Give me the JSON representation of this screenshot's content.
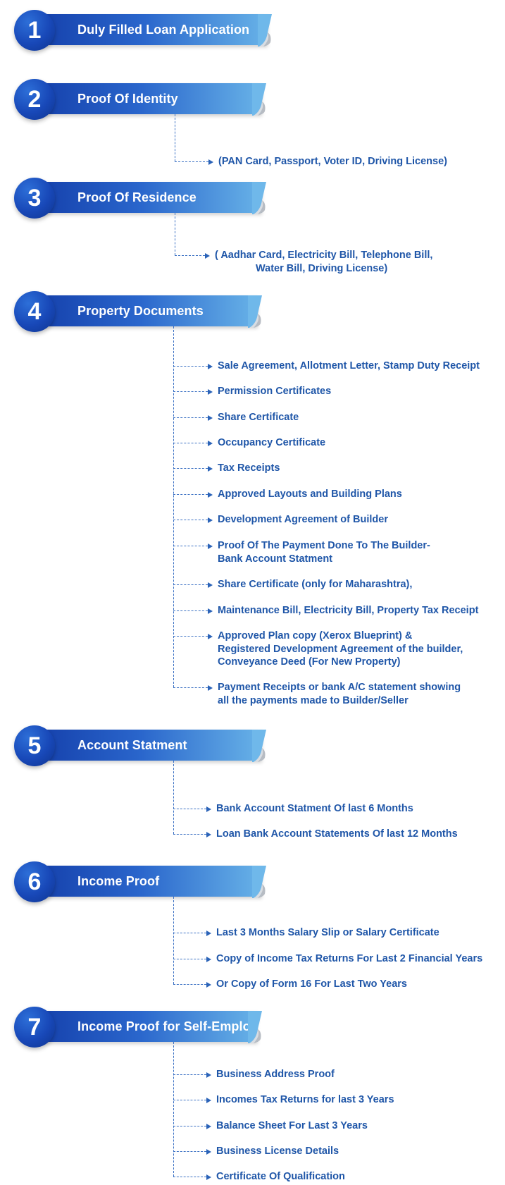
{
  "sections": [
    {
      "number": "1",
      "title": "Duly Filled Loan Application",
      "items": []
    },
    {
      "number": "2",
      "title": "Proof Of Identity",
      "items": [
        {
          "lines": [
            "(PAN Card, Passport, Voter ID, Driving License)"
          ]
        }
      ]
    },
    {
      "number": "3",
      "title": "Proof Of Residence",
      "items": [
        {
          "lines": [
            "( Aadhar Card, Electricity Bill, Telephone Bill,",
            "Water Bill, Driving License)"
          ]
        }
      ]
    },
    {
      "number": "4",
      "title": "Property Documents",
      "items": [
        {
          "lines": [
            "Sale Agreement, Allotment Letter, Stamp Duty Receipt"
          ]
        },
        {
          "lines": [
            "Permission Certificates"
          ]
        },
        {
          "lines": [
            "Share Certificate"
          ]
        },
        {
          "lines": [
            "Occupancy Certificate"
          ]
        },
        {
          "lines": [
            "Tax Receipts"
          ]
        },
        {
          "lines": [
            "Approved Layouts and Building Plans"
          ]
        },
        {
          "lines": [
            "Development Agreement of Builder"
          ]
        },
        {
          "lines": [
            "Proof Of The Payment Done To The Builder-",
            "Bank Account Statment"
          ]
        },
        {
          "lines": [
            "Share Certificate (only for Maharashtra),"
          ]
        },
        {
          "lines": [
            "Maintenance Bill, Electricity Bill, Property Tax Receipt"
          ]
        },
        {
          "lines": [
            "Approved Plan copy (Xerox Blueprint) &",
            "Registered Development Agreement of the builder,",
            "Conveyance Deed (For New Property)"
          ]
        },
        {
          "lines": [
            "Payment Receipts or bank A/C statement showing",
            "all the payments made to Builder/Seller"
          ]
        }
      ]
    },
    {
      "number": "5",
      "title": "Account Statment",
      "items": [
        {
          "lines": [
            "Bank Account Statment Of last 6 Months"
          ]
        },
        {
          "lines": [
            "Loan Bank Account Statements Of last 12 Months"
          ]
        }
      ]
    },
    {
      "number": "6",
      "title": "Income Proof",
      "items": [
        {
          "lines": [
            "Last 3 Months Salary Slip or Salary Certificate"
          ]
        },
        {
          "lines": [
            "Copy of Income Tax Returns For Last 2 Financial Years"
          ]
        },
        {
          "lines": [
            "Or Copy of Form 16 For Last Two Years"
          ]
        }
      ]
    },
    {
      "number": "7",
      "title": "Income Proof for Self-Employed",
      "items": [
        {
          "lines": [
            "Business Address Proof"
          ]
        },
        {
          "lines": [
            "Incomes Tax Returns for last 3 Years"
          ]
        },
        {
          "lines": [
            "Balance Sheet For Last 3 Years"
          ]
        },
        {
          "lines": [
            "Business License Details"
          ]
        },
        {
          "lines": [
            "Certificate Of Qualification"
          ]
        }
      ]
    }
  ],
  "colors": {
    "accent": "#1f56a8",
    "ribbon_start": "#1642ad",
    "ribbon_end": "#68b3e8"
  }
}
